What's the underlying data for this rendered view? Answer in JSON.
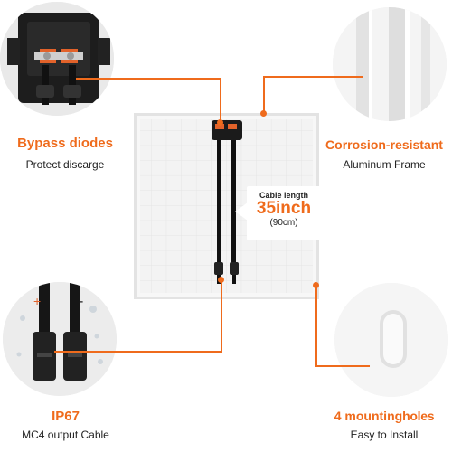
{
  "features": {
    "bypass": {
      "title": "Bypass diodes",
      "subtitle": "Protect discarge"
    },
    "corrosion": {
      "title": "Corrosion-resistant",
      "subtitle": "Aluminum Frame"
    },
    "ip67": {
      "title": "IP67",
      "subtitle": "MC4 output Cable"
    },
    "mounting": {
      "title_bold": "4 mounting",
      "title_rest": "holes",
      "subtitle": "Easy to Install"
    }
  },
  "cable": {
    "label": "Cable length",
    "length": "35inch",
    "metric": "(90cm)"
  },
  "colors": {
    "accent": "#ef6b1c",
    "frame": "#e3e3e3",
    "cell": "#f2f2f2"
  },
  "icons": [
    "junction-box-image",
    "aluminum-frame-image",
    "mc4-connector-image",
    "mounting-hole-image"
  ],
  "connector_marks": {
    "plus": "+",
    "minus": "-"
  }
}
